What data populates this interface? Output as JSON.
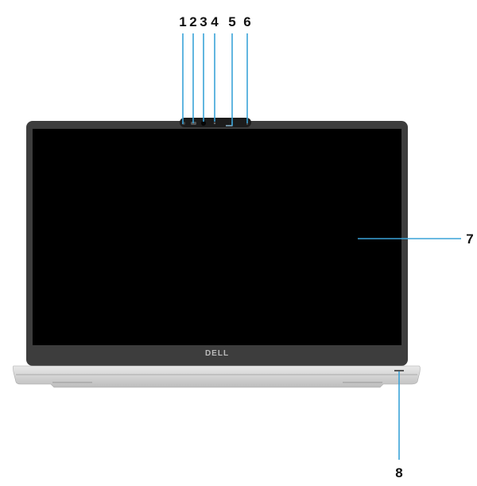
{
  "diagram": {
    "subject": "laptop-front-view",
    "logo_text": "DELL",
    "accent_color": "#3aa3d8",
    "callouts": [
      {
        "label": "1"
      },
      {
        "label": "2"
      },
      {
        "label": "3"
      },
      {
        "label": "4"
      },
      {
        "label": "5"
      },
      {
        "label": "6"
      },
      {
        "label": "7"
      },
      {
        "label": "8"
      }
    ]
  }
}
